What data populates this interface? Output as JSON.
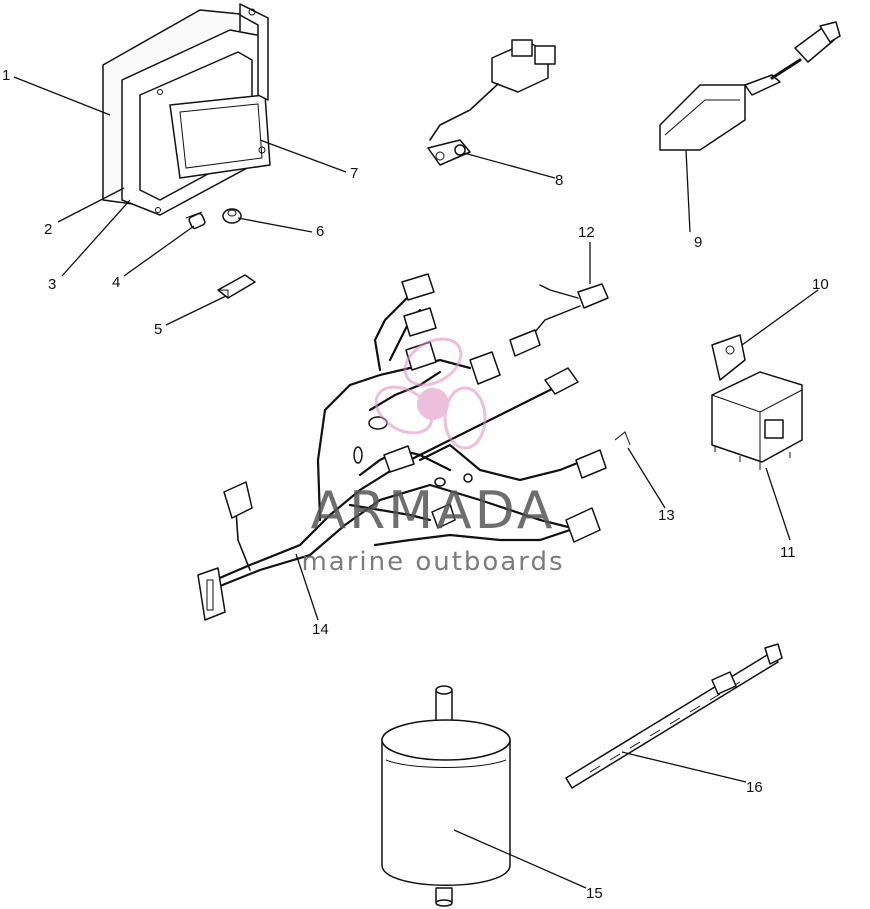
{
  "diagram": {
    "callouts": [
      "1",
      "2",
      "3",
      "4",
      "5",
      "6",
      "7",
      "8",
      "9",
      "10",
      "11",
      "12",
      "13",
      "14",
      "15",
      "16"
    ]
  },
  "watermark": {
    "brand": "ARMADA",
    "tagline": "marine outboards",
    "accent_color": "#e08cc0"
  }
}
